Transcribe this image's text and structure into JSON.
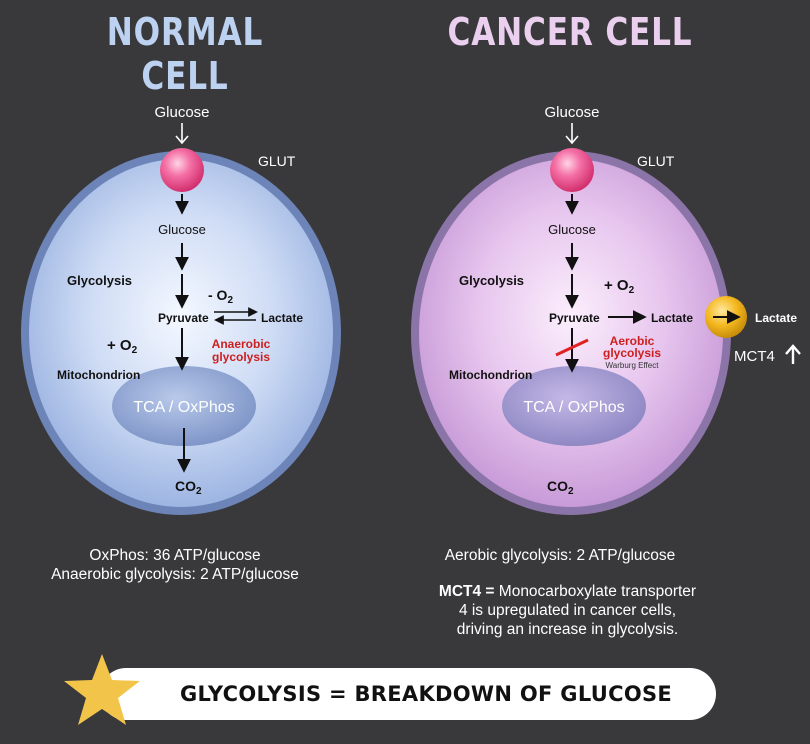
{
  "titles": {
    "normal": "NORMAL CELL",
    "cancer": "CANCER CELL"
  },
  "normal_cell": {
    "glucose_in": "Glucose",
    "glut": "GLUT",
    "glucose": "Glucose",
    "glycolysis": "Glycolysis",
    "minus_o2_prefix": "- O",
    "pyruvate": "Pyruvate",
    "lactate": "Lactate",
    "anaerobic_line1": "Anaerobic",
    "anaerobic_line2": "glycolysis",
    "plus_o2_prefix": "+ O",
    "o2_sub": "2",
    "mitochondrion": "Mitochondrion",
    "tca": "TCA / OxPhos",
    "co2_prefix": "CO",
    "co2_sub": "2"
  },
  "cancer_cell": {
    "glucose_in": "Glucose",
    "glut": "GLUT",
    "glucose": "Glucose",
    "glycolysis": "Glycolysis",
    "plus_o2_prefix": "+ O",
    "o2_sub": "2",
    "pyruvate": "Pyruvate",
    "lactate": "Lactate",
    "lactate_out": "Lactate",
    "aerobic_line1": "Aerobic",
    "aerobic_line2": "glycolysis",
    "warburg": "Warburg Effect",
    "mct4": "MCT4",
    "mitochondrion": "Mitochondrion",
    "tca": "TCA / OxPhos",
    "co2_prefix": "CO",
    "co2_sub": "2"
  },
  "captions": {
    "normal_line1": "OxPhos: 36 ATP/glucose",
    "normal_line2": "Anaerobic glycolysis: 2 ATP/glucose",
    "cancer_line1": "Aerobic glycolysis: 2 ATP/glucose",
    "mct4_bold": "MCT4 =",
    "mct4_line1_rest": "Monocarboxylate transporter",
    "mct4_line2": "4 is upregulated in cancer cells,",
    "mct4_line3": "driving an increase in glycolysis."
  },
  "banner": {
    "text": "GLYCOLYSIS = BREAKDOWN OF GLUCOSE"
  },
  "colors": {
    "background": "#39393c",
    "normal_title": "#bdd2f0",
    "cancer_title": "#ead0ee",
    "glut_sphere": "#f06aa0",
    "red_label": "#cc1f1f",
    "transporter": "#f2b51f",
    "star": "#f2c54a"
  },
  "icons": [
    "glut-sphere-icon",
    "mct4-transporter-icon",
    "star-icon",
    "up-arrow-icon",
    "blocked-path-icon"
  ]
}
